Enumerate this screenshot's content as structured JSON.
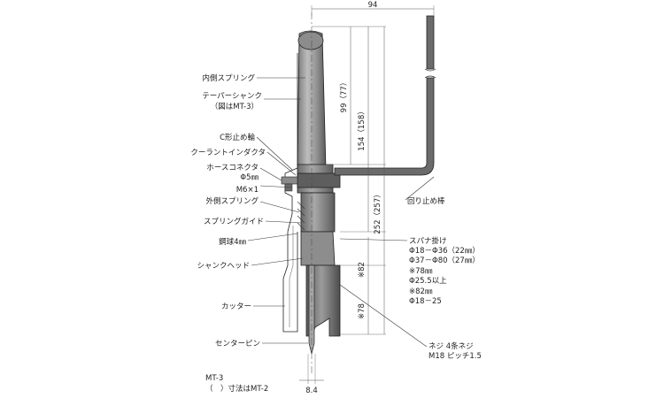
{
  "labels": {
    "inner_spring": "内側スプリング",
    "taper_shank": "テーパーシャンク",
    "taper_shank_note": "（図はMT-3）",
    "c_ring": "C形止め輪",
    "coolant_indicator": "クーラントインダクタ",
    "hose_connector": "ホースコネクタ",
    "hose_size": "Φ5㎜",
    "m6": "M6×1",
    "outer_spring": "外側スプリング",
    "spring_guide": "スプリングガイド",
    "steel_ball": "鋼球4㎜",
    "shank_head": "シャンクヘッド",
    "cutter": "カッター",
    "center_pin": "センターピン",
    "stop_bar": "回り止め棒",
    "spanner": "スパナ掛け",
    "spanner_1": "Φ18－Φ36（22㎜）",
    "spanner_2": "Φ37－Φ80（27㎜）",
    "note_78": "※78㎜",
    "note_78_range": "Φ25.5以上",
    "note_82": "※82㎜",
    "note_82_range": "Φ18－25",
    "thread": "ネジ 4条ネジ",
    "thread_pitch": "M18 ピッチ1.5"
  },
  "dimensions": {
    "width_top": "94",
    "d99": "99（77）",
    "d154": "154（158）",
    "d252": "252（257）",
    "d82": "※82",
    "d78": "※78",
    "d84": "8.4"
  },
  "footnote": {
    "line1": "MT-3",
    "line2": "（　）寸法はMT-2"
  },
  "colors": {
    "body_dark": "#6e6e6e",
    "body_mid": "#9a9a9a",
    "body_light": "#c8c8c8",
    "outline": "#222222"
  }
}
